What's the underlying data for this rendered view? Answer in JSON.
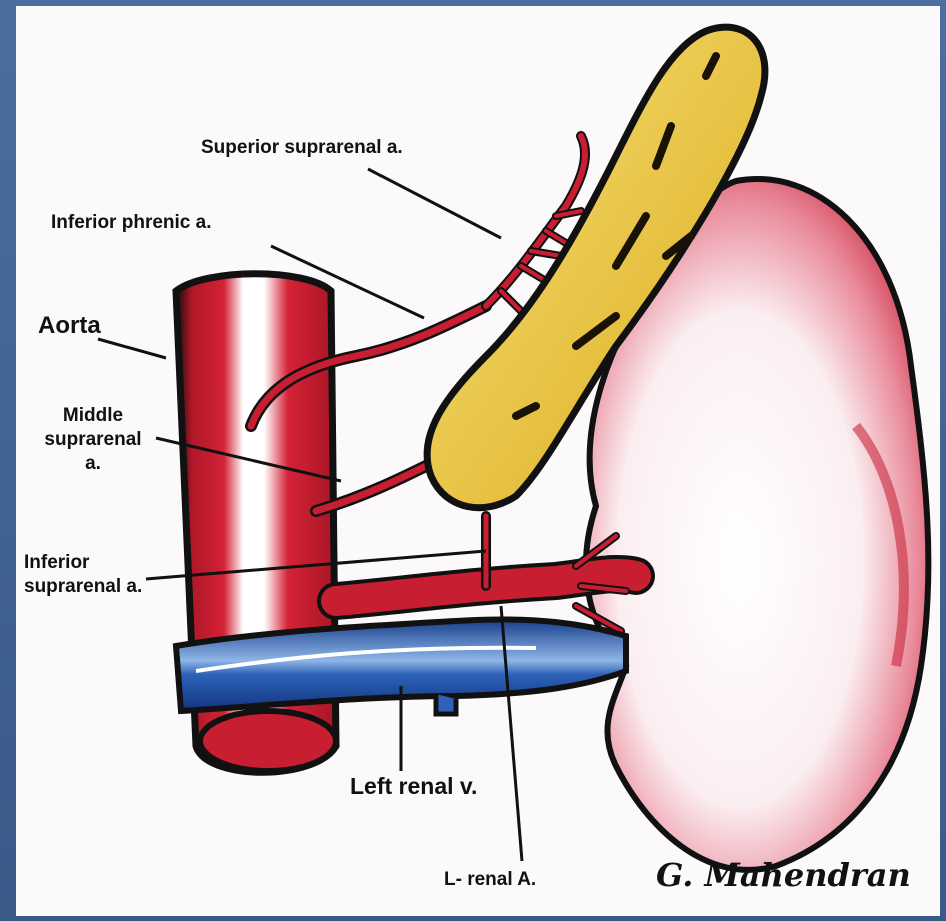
{
  "diagram": {
    "labels": {
      "superior_suprarenal": "Superior suprarenal a.",
      "inferior_phrenic": "Inferior phrenic a.",
      "aorta": "Aorta",
      "middle_suprarenal_1": "Middle",
      "middle_suprarenal_2": "suprarenal",
      "middle_suprarenal_3": "a.",
      "inferior_suprarenal_1": "Inferior",
      "inferior_suprarenal_2": "suprarenal a.",
      "left_renal_vein": "Left renal v.",
      "left_renal_artery": "L-  renal A."
    },
    "signature": "G. Mahendran",
    "colors": {
      "artery": "#c81e32",
      "vein": "#1f4fa8",
      "adrenal_gland": "#e8c84a",
      "kidney": "#d8344a",
      "background": "#fbf9fa",
      "frame": "#3b5f8f"
    }
  }
}
